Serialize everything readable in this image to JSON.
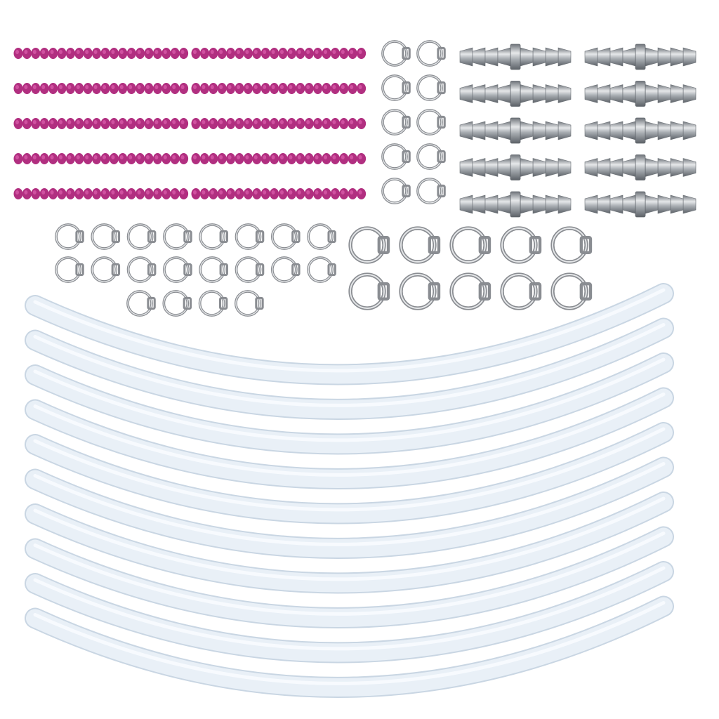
{
  "image": {
    "background": "#ffffff",
    "groups": [
      {
        "name": "bead-chains",
        "count": 10,
        "color": "#b12f80",
        "highlight": "#d85aa8"
      },
      {
        "name": "small-clamps",
        "count": 30,
        "color": "#8a8d92"
      },
      {
        "name": "large-clamps",
        "count": 10,
        "color": "#8a8d92"
      },
      {
        "name": "barbed-connectors",
        "count": 10,
        "color": "#9aa0a6"
      },
      {
        "name": "silicone-tubes",
        "count": 10,
        "color": "#e9f0f7",
        "edge": "#c9d6e3"
      }
    ]
  }
}
